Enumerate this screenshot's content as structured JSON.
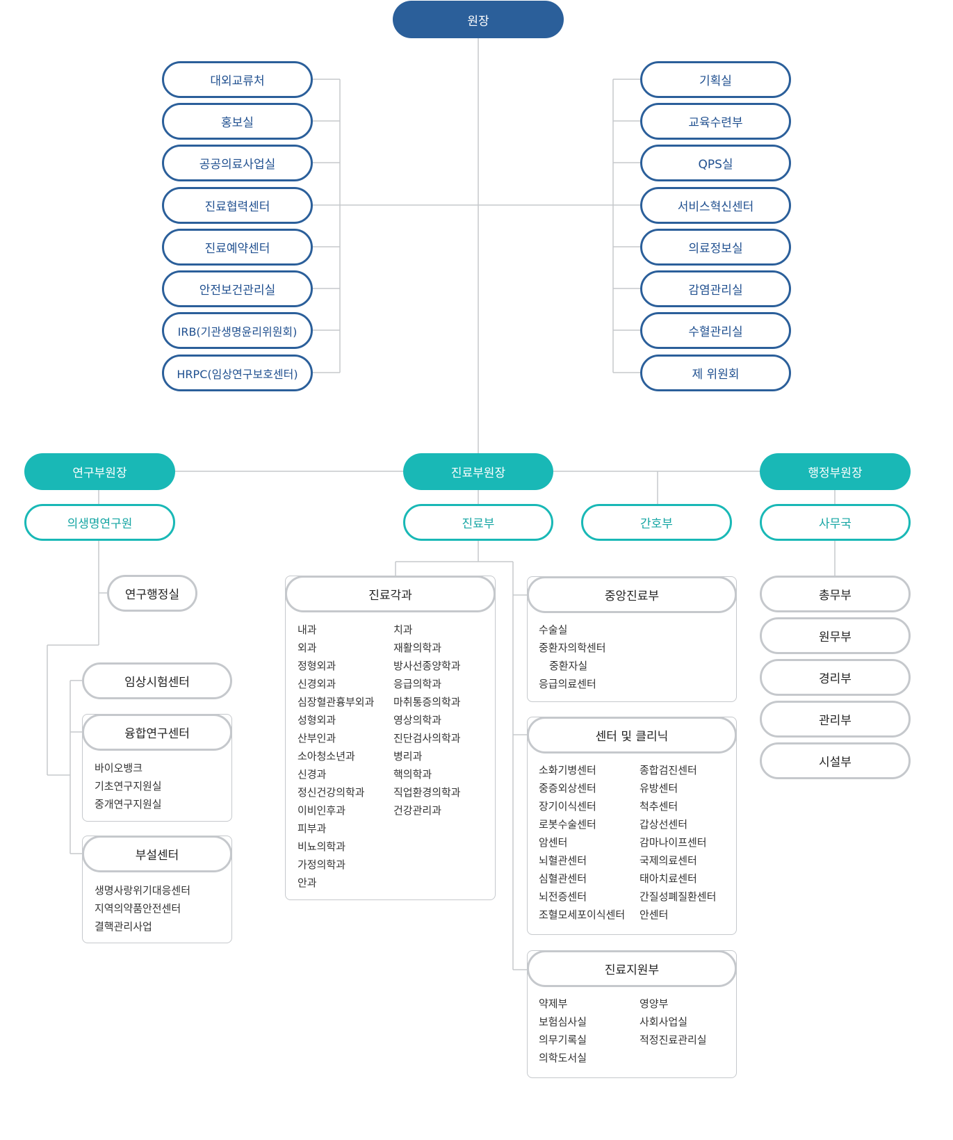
{
  "top": {
    "director": "원장"
  },
  "left_staff": [
    "대외교류처",
    "홍보실",
    "공공의료사업실",
    "진료협력센터",
    "진료예약센터",
    "안전보건관리실",
    "IRB(기관생명윤리위원회)",
    "HRPC(임상연구보호센터)"
  ],
  "right_staff": [
    "기획실",
    "교육수련부",
    "QPS실",
    "서비스혁신센터",
    "의료정보실",
    "감염관리실",
    "수혈관리실",
    "제 위원회"
  ],
  "vice": {
    "research": "연구부원장",
    "clinical": "진료부원장",
    "admin": "행정부원장"
  },
  "divisions": {
    "biomed": "의생명연구원",
    "clinical": "진료부",
    "nursing": "간호부",
    "secretariat": "사무국"
  },
  "research": {
    "office": "연구행정실",
    "clinical_trial": "임상시험센터",
    "convergence": {
      "title": "융합연구센터",
      "items": [
        "바이오뱅크",
        "기초연구지원실",
        "중개연구지원실"
      ]
    },
    "affiliated": {
      "title": "부설센터",
      "items": [
        "생명사랑위기대응센터",
        "지역의약품안전센터",
        "결핵관리사업"
      ]
    }
  },
  "departments": {
    "title": "진료각과",
    "col1": [
      "내과",
      "외과",
      "정형외과",
      "신경외과",
      "심장혈관흉부외과",
      "성형외과",
      "산부인과",
      "소아청소년과",
      "신경과",
      "정신건강의학과",
      "이비인후과",
      "피부과",
      "비뇨의학과",
      "가정의학과",
      "안과"
    ],
    "col2": [
      "치과",
      "재활의학과",
      "방사선종양학과",
      "응급의학과",
      "마취통증의학과",
      "영상의학과",
      "진단검사의학과",
      "병리과",
      "핵의학과",
      "직업환경의학과",
      "건강관리과"
    ]
  },
  "central": {
    "title": "중앙진료부",
    "items": [
      "수술실",
      "중환자의학센터",
      "중환자실",
      "응급의료센터"
    ]
  },
  "centers": {
    "title": "센터 및 클리닉",
    "col1": [
      "소화기병센터",
      "중증외상센터",
      "장기이식센터",
      "로봇수술센터",
      "암센터",
      "뇌혈관센터",
      "심혈관센터",
      "뇌전증센터",
      "조혈모세포이식센터"
    ],
    "col2": [
      "종합검진센터",
      "유방센터",
      "척추센터",
      "갑상선센터",
      "감마나이프센터",
      "국제의료센터",
      "태아치료센터",
      "간질성폐질환센터",
      "안센터"
    ]
  },
  "support": {
    "title": "진료지원부",
    "col1": [
      "약제부",
      "보험심사실",
      "의무기록실",
      "의학도서실"
    ],
    "col2": [
      "영양부",
      "사회사업실",
      "적정진료관리실"
    ]
  },
  "admin_units": [
    "총무부",
    "원무부",
    "경리부",
    "관리부",
    "시설부"
  ]
}
